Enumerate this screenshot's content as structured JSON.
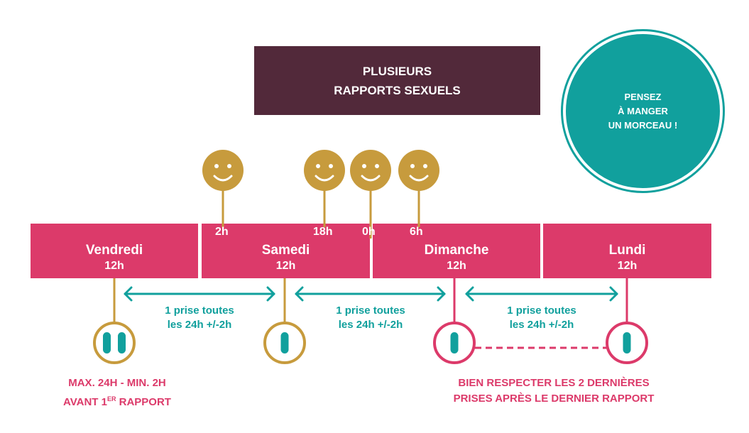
{
  "title": {
    "line1": "PLUSIEURS",
    "line2": "RAPPORTS SEXUELS"
  },
  "tip": {
    "line1": "PENSEZ",
    "line2": "À MANGER",
    "line3": "UN MORCEAU !"
  },
  "days": [
    {
      "name": "Vendredi",
      "time": "12h"
    },
    {
      "name": "Samedi",
      "time": "12h"
    },
    {
      "name": "Dimanche",
      "time": "12h"
    },
    {
      "name": "Lundi",
      "time": "12h"
    }
  ],
  "ticks": [
    "2h",
    "18h",
    "0h",
    "6h"
  ],
  "interval_captions": [
    {
      "line1": "1 prise toutes",
      "line2": "les 24h +/-2h"
    },
    {
      "line1": "1 prise toutes",
      "line2": "les 24h +/-2h"
    },
    {
      "line1": "1 prise toutes",
      "line2": "les 24h +/-2h"
    }
  ],
  "note_left": {
    "line1": "MAX. 24H - MIN. 2H",
    "line2_pre": "AVANT 1",
    "line2_sup": "ER",
    "line2_post": " RAPPORT"
  },
  "note_right": {
    "line1": "BIEN RESPECTER LES 2 DERNIÈRES",
    "line2": "PRISES APRÈS LE DERNIER RAPPORT"
  },
  "colors": {
    "pink": "#dc3a6a",
    "teal": "#11a09d",
    "gold": "#c79b3d",
    "plum": "#52293a"
  },
  "icons": [
    "smiley-icon",
    "pill-icon"
  ]
}
